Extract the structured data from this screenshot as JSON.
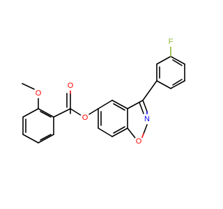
{
  "molecule": {
    "atoms": {
      "fluorine": "F",
      "methoxy_oxygen": "O",
      "carbonyl_oxygen": "O",
      "ester_oxygen": "O",
      "ring_nitrogen": "N",
      "ring_oxygen": "O"
    }
  },
  "colors": {
    "carbon_bond": "#000000",
    "oxygen": "#ff0000",
    "nitrogen": "#0000ff",
    "fluorine": "#8fb830",
    "background": "#ffffff"
  }
}
